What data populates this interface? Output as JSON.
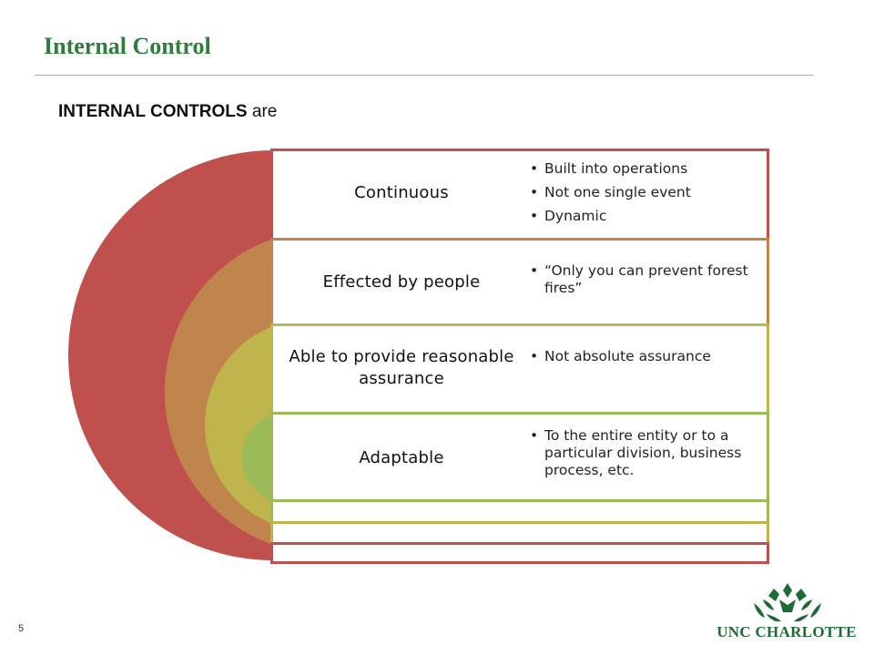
{
  "slide": {
    "title": "Internal Control",
    "subtitle_bold": "INTERNAL CONTROLS",
    "subtitle_rest": " are",
    "page_number": "5"
  },
  "layers": [
    {
      "label": "Continuous",
      "bullets": [
        "Built into operations",
        "Not one single event",
        "Dynamic"
      ],
      "color": "#c0504d"
    },
    {
      "label": "Effected by people",
      "bullets": [
        "“Only you can prevent forest fires”"
      ],
      "color": "#c0844d"
    },
    {
      "label": "Able to provide reasonable assurance",
      "bullets": [
        "Not absolute assurance"
      ],
      "color": "#c0b54d"
    },
    {
      "label": "Adaptable",
      "bullets": [
        "To the entire entity or to a particular division, business process, etc."
      ],
      "color": "#9bbb59"
    }
  ],
  "logo": {
    "name": "UNC CHARLOTTE",
    "color": "#1f6b35"
  }
}
